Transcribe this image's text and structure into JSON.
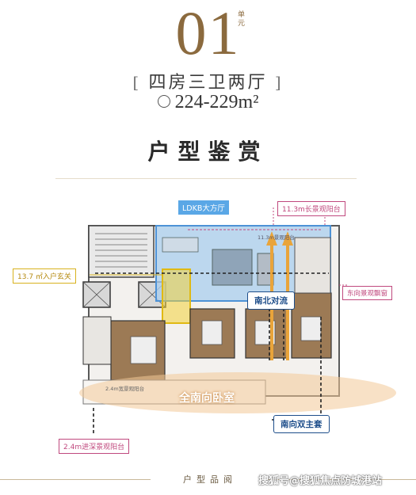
{
  "header": {
    "unit_number": "01",
    "unit_tag": "单元",
    "layout_name": "四房三卫两厅",
    "area": "224-229m²",
    "section_title": "户型鉴赏"
  },
  "plan": {
    "labels": {
      "ldkb": "LDKB大方厅",
      "balcony_long": "11.3m长景观阳台",
      "entrance": "13.7 ㎡入户玄关",
      "east_window": "东向景观飘窗",
      "north_south": "南北对流",
      "south_bedrooms": "全南向卧室",
      "south_suites": "南向双主套",
      "deep_balcony": "2.4m进深景观阳台"
    },
    "small_text": {
      "balcony_inner": "11.3m景观阳台",
      "balcony_inner_bottom": "2.4m宽景观阳台"
    }
  },
  "footer": {
    "caption": "户型品阅",
    "watermark": "搜狐号@搜狐焦点防城港站"
  },
  "colors": {
    "gold": "#8b6a3e",
    "blue_highlight": "#5aa7e6",
    "pink_label": "#c0497e",
    "yellow_highlight": "#f2d23a",
    "navy_label": "#1d4d8a",
    "arrow_orange": "#e9a43a"
  }
}
